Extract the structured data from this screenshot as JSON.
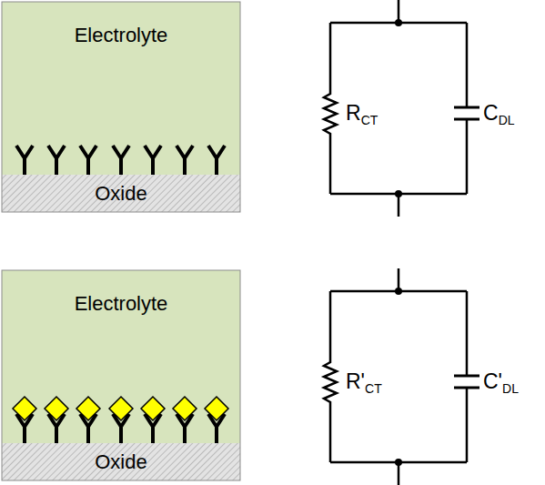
{
  "diagram": {
    "nodes": [
      {
        "text": [
          "Electrolyte"
        ]
      },
      {
        "text": [
          "Oxide"
        ]
      },
      {
        "text": [
          "Electrolyte"
        ]
      },
      {
        "text": [
          "Oxide"
        ]
      }
    ],
    "labels": [
      "RCT",
      "CDL",
      "R'CT",
      "C'DL"
    ]
  }
}
